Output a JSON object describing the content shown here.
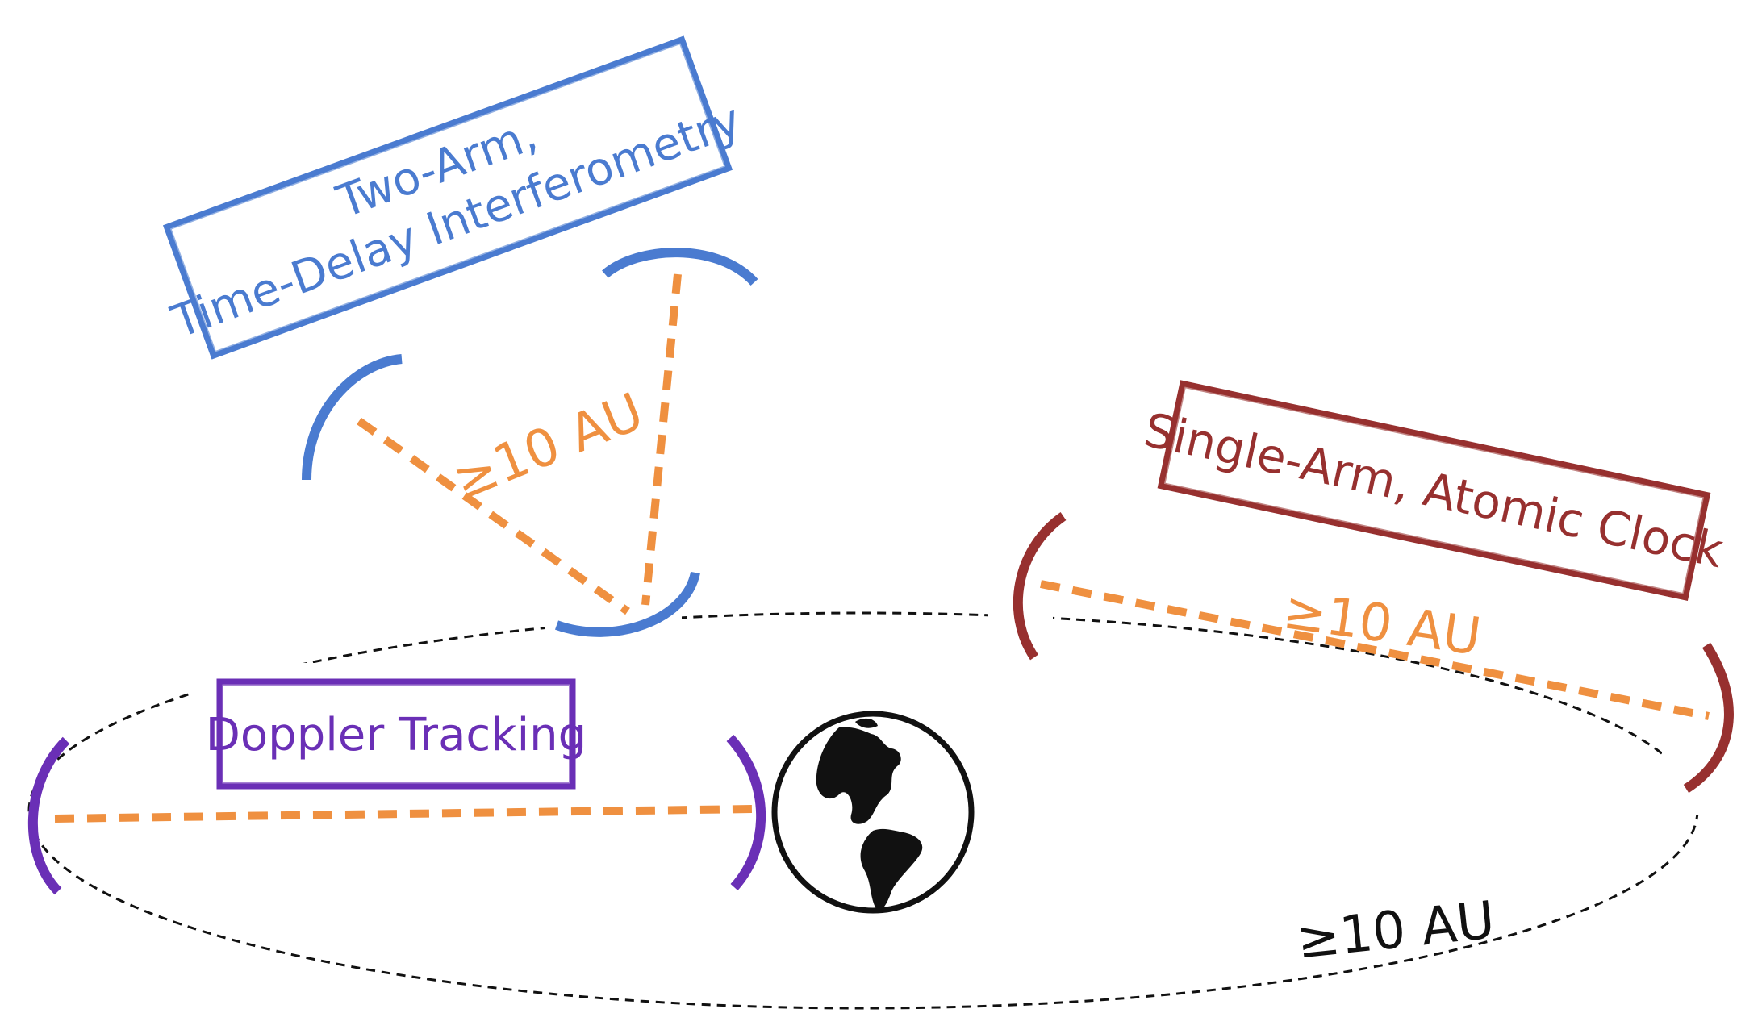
{
  "colors": {
    "blue": "#4a7bd0",
    "orange": "#ef9040",
    "maroon": "#97302f",
    "purple": "#6a2fb6",
    "black": "#111111"
  },
  "labels": {
    "two_arm_line1": "Two-Arm,",
    "two_arm_line2": "Time-Delay Interferometry",
    "single_arm": "Single-Arm, Atomic Clock",
    "doppler": "Doppler Tracking",
    "dist_triangle": "≥10 AU",
    "dist_single": "≥10 AU",
    "dist_orbit": "≥10 AU"
  },
  "icons": {
    "planet": "earth-globe-icon"
  }
}
